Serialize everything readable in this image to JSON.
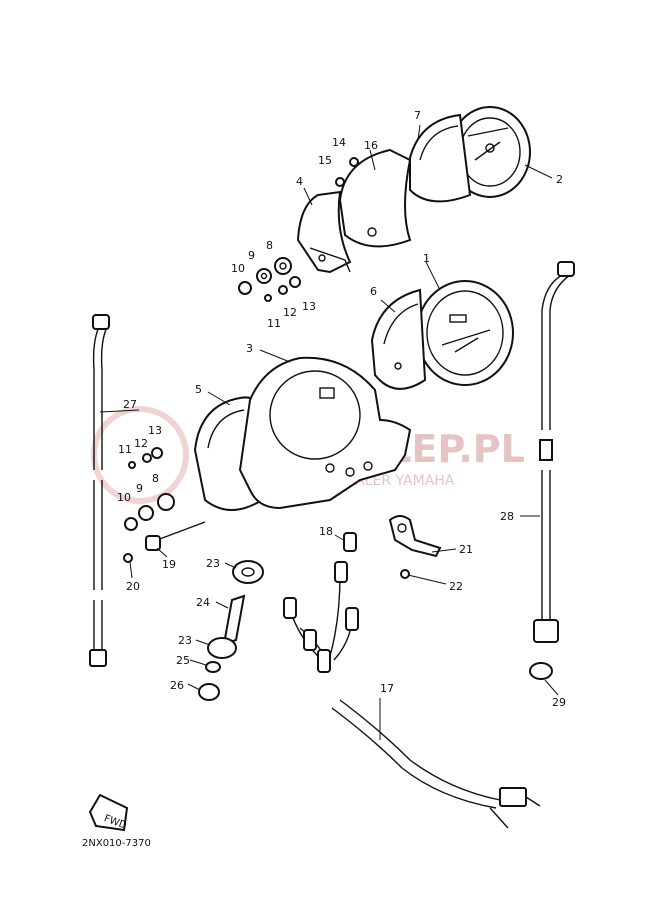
{
  "diagram_code": "2NX010-7370",
  "fwd_label": "FWD",
  "watermark": {
    "title": "YAMASKLEP.PL",
    "subtitle": "WOJCIECHOWSKI DEALER YAMAHA"
  },
  "callouts": {
    "c1": "1",
    "c2": "2",
    "c3": "3",
    "c4": "4",
    "c5": "5",
    "c6": "6",
    "c7": "7",
    "c8": "8",
    "c8b": "8",
    "c9": "9",
    "c9b": "9",
    "c10": "10",
    "c10b": "10",
    "c11": "11",
    "c11b": "11",
    "c12": "12",
    "c12b": "12",
    "c13": "13",
    "c13b": "13",
    "c14": "14",
    "c15": "15",
    "c16": "16",
    "c17": "17",
    "c18": "18",
    "c19": "19",
    "c20": "20",
    "c21": "21",
    "c22": "22",
    "c23": "23",
    "c23b": "23",
    "c24": "24",
    "c25": "25",
    "c26": "26",
    "c27": "27",
    "c28": "28",
    "c29": "29"
  }
}
